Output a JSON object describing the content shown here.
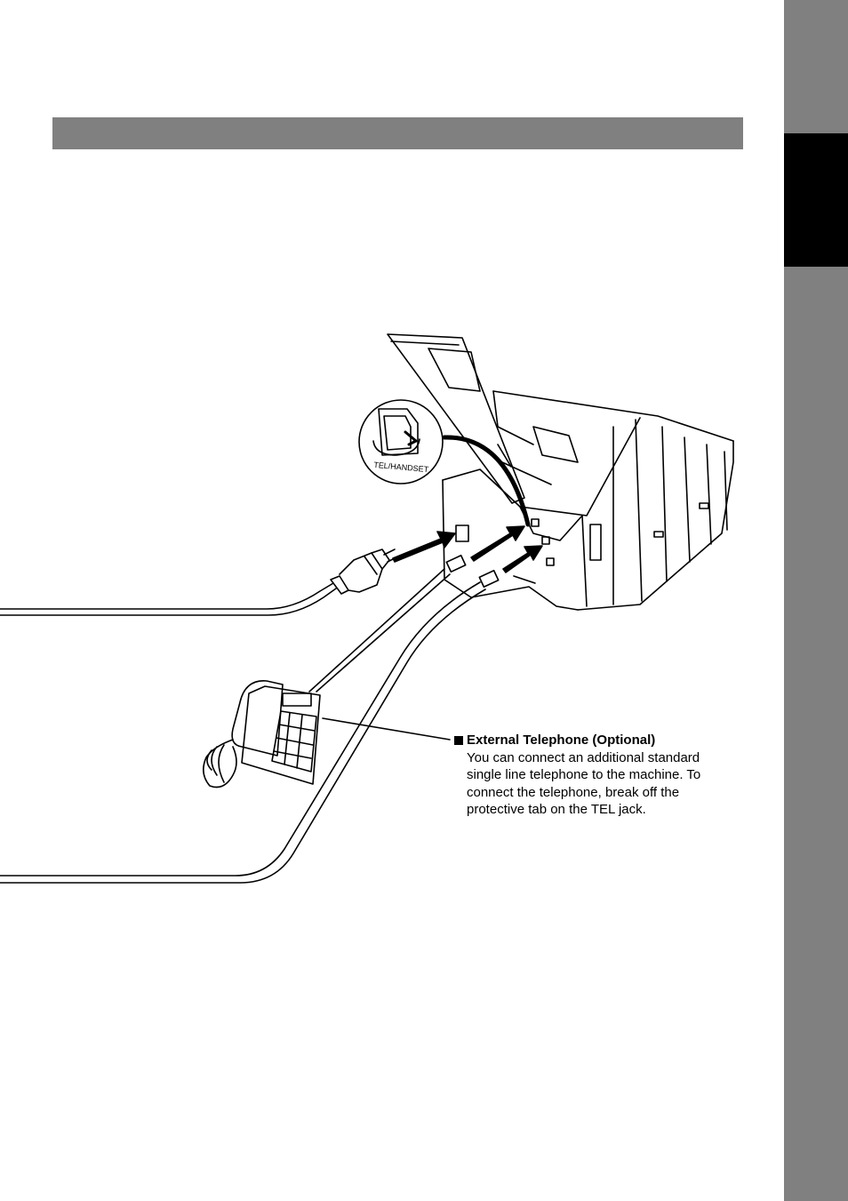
{
  "colors": {
    "accent_gray": "#808080",
    "tab_black": "#000000"
  },
  "figure": {
    "jack_label": "TEL/HANDSET",
    "callout": {
      "title": "External Telephone (Optional)",
      "body": "You can connect an additional standard single line telephone to the machine. To connect the telephone, break off the protective tab on the TEL jack."
    }
  }
}
